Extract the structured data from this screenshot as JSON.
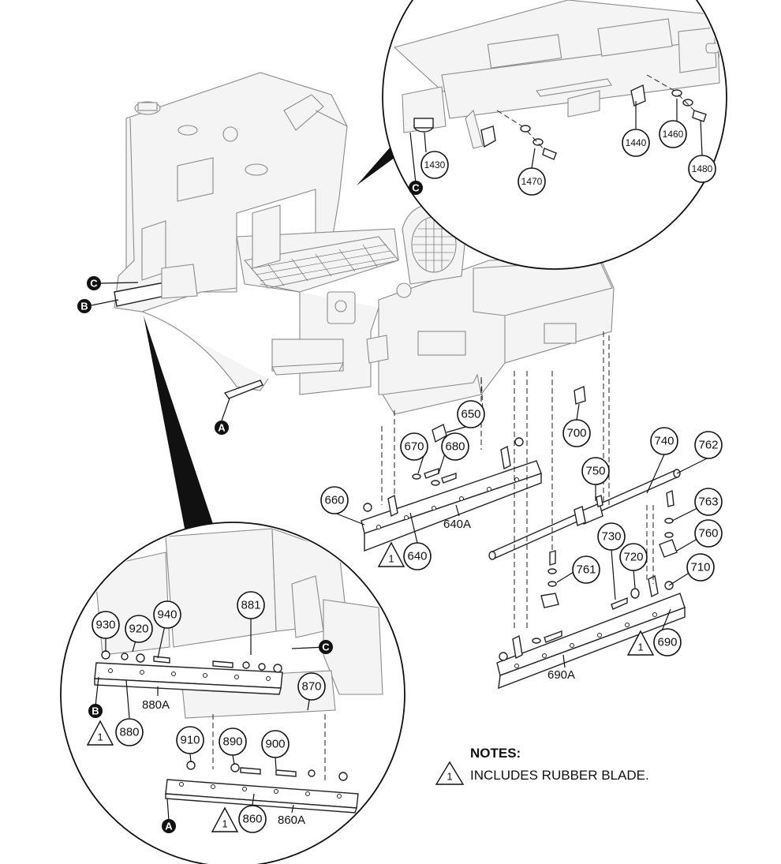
{
  "callouts": {
    "c1430": "1430",
    "c1470": "1470",
    "c1440": "1440",
    "c1460": "1460",
    "c1480": "1480",
    "c650": "650",
    "c670": "670",
    "c680": "680",
    "c700": "700",
    "c660": "660",
    "c640": "640",
    "c740": "740",
    "c762": "762",
    "c750": "750",
    "c763": "763",
    "c760": "760",
    "c730": "730",
    "c720": "720",
    "c761": "761",
    "c710": "710",
    "c690": "690",
    "c930": "930",
    "c920": "920",
    "c940": "940",
    "c881": "881",
    "c870": "870",
    "c880": "880",
    "c910": "910",
    "c890": "890",
    "c900": "900",
    "c860": "860"
  },
  "assembly_labels": {
    "l640a": "640A",
    "l690a": "690A",
    "l880a": "880A",
    "l860a": "860A"
  },
  "note_marks": {
    "t640": "1",
    "t690": "1",
    "t880": "1",
    "t860": "1",
    "tnote": "1"
  },
  "reference_markers": {
    "ref_c_main": "C",
    "ref_b_main": "B",
    "ref_a_main": "A",
    "ref_c_top": "C",
    "ref_c_detail": "C",
    "ref_b_detail": "B",
    "ref_a_detail": "A"
  },
  "notes": {
    "title": "NOTES:",
    "item": "INCLUDES RUBBER BLADE."
  }
}
